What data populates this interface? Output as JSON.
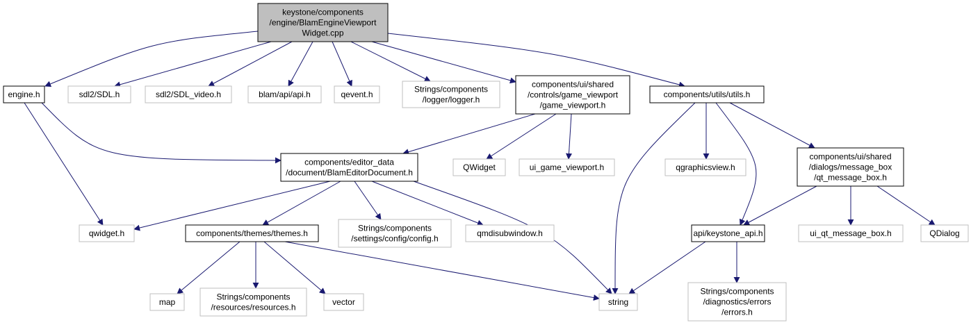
{
  "colors": {
    "edge": "#191970",
    "root_fill": "#bfbfbf",
    "documented_border": "#000000",
    "undocumented_border": "#bfbfbf",
    "text": "#000000"
  },
  "nodes": [
    {
      "id": "root",
      "kind": "root",
      "lines": [
        "keystone/components",
        "/engine/BlamEngineViewport",
        "Widget.cpp"
      ]
    },
    {
      "id": "engine",
      "kind": "doc",
      "lines": [
        "engine.h"
      ]
    },
    {
      "id": "sdl",
      "kind": "undoc",
      "lines": [
        "sdl2/SDL.h"
      ]
    },
    {
      "id": "sdlvideo",
      "kind": "undoc",
      "lines": [
        "sdl2/SDL_video.h"
      ]
    },
    {
      "id": "blamapi",
      "kind": "undoc",
      "lines": [
        "blam/api/api.h"
      ]
    },
    {
      "id": "qevent",
      "kind": "undoc",
      "lines": [
        "qevent.h"
      ]
    },
    {
      "id": "logger",
      "kind": "undoc",
      "lines": [
        "Strings/components",
        "/logger/logger.h"
      ]
    },
    {
      "id": "gameviewport",
      "kind": "doc",
      "lines": [
        "components/ui/shared",
        "/controls/game_viewport",
        "/game_viewport.h"
      ]
    },
    {
      "id": "utils",
      "kind": "doc",
      "lines": [
        "components/utils/utils.h"
      ]
    },
    {
      "id": "editordoc",
      "kind": "doc",
      "lines": [
        "components/editor_data",
        "/document/BlamEditorDocument.h"
      ]
    },
    {
      "id": "qwidgetcap",
      "kind": "undoc",
      "lines": [
        "QWidget"
      ]
    },
    {
      "id": "uigameviewport",
      "kind": "undoc",
      "lines": [
        "ui_game_viewport.h"
      ]
    },
    {
      "id": "qgraphicsview",
      "kind": "undoc",
      "lines": [
        "qgraphicsview.h"
      ]
    },
    {
      "id": "msgbox",
      "kind": "doc",
      "lines": [
        "components/ui/shared",
        "/dialogs/message_box",
        "/qt_message_box.h"
      ]
    },
    {
      "id": "qwidget",
      "kind": "undoc",
      "lines": [
        "qwidget.h"
      ]
    },
    {
      "id": "themes",
      "kind": "doc",
      "lines": [
        "components/themes/themes.h"
      ]
    },
    {
      "id": "config",
      "kind": "undoc",
      "lines": [
        "Strings/components",
        "/settings/config/config.h"
      ]
    },
    {
      "id": "qmdi",
      "kind": "undoc",
      "lines": [
        "qmdisubwindow.h"
      ]
    },
    {
      "id": "keystoneapi",
      "kind": "doc",
      "lines": [
        "api/keystone_api.h"
      ]
    },
    {
      "id": "uiqtmsgbox",
      "kind": "undoc",
      "lines": [
        "ui_qt_message_box.h"
      ]
    },
    {
      "id": "qdialog",
      "kind": "undoc",
      "lines": [
        "QDialog"
      ]
    },
    {
      "id": "map",
      "kind": "undoc",
      "lines": [
        "map"
      ]
    },
    {
      "id": "resources",
      "kind": "undoc",
      "lines": [
        "Strings/components",
        "/resources/resources.h"
      ]
    },
    {
      "id": "vector",
      "kind": "undoc",
      "lines": [
        "vector"
      ]
    },
    {
      "id": "string",
      "kind": "undoc",
      "lines": [
        "string"
      ]
    },
    {
      "id": "errors",
      "kind": "undoc",
      "lines": [
        "Strings/components",
        "/diagnostics/errors",
        "/errors.h"
      ]
    }
  ],
  "edges": [
    [
      "root",
      "engine"
    ],
    [
      "root",
      "sdl"
    ],
    [
      "root",
      "sdlvideo"
    ],
    [
      "root",
      "blamapi"
    ],
    [
      "root",
      "qevent"
    ],
    [
      "root",
      "logger"
    ],
    [
      "root",
      "gameviewport"
    ],
    [
      "root",
      "utils"
    ],
    [
      "engine",
      "editordoc"
    ],
    [
      "engine",
      "qwidget"
    ],
    [
      "gameviewport",
      "editordoc"
    ],
    [
      "gameviewport",
      "qwidgetcap"
    ],
    [
      "gameviewport",
      "uigameviewport"
    ],
    [
      "utils",
      "string"
    ],
    [
      "utils",
      "qgraphicsview"
    ],
    [
      "utils",
      "keystoneapi"
    ],
    [
      "utils",
      "msgbox"
    ],
    [
      "editordoc",
      "qwidget"
    ],
    [
      "editordoc",
      "themes"
    ],
    [
      "editordoc",
      "config"
    ],
    [
      "editordoc",
      "qmdi"
    ],
    [
      "editordoc",
      "string"
    ],
    [
      "msgbox",
      "keystoneapi"
    ],
    [
      "msgbox",
      "uiqtmsgbox"
    ],
    [
      "msgbox",
      "qdialog"
    ],
    [
      "themes",
      "map"
    ],
    [
      "themes",
      "resources"
    ],
    [
      "themes",
      "vector"
    ],
    [
      "themes",
      "string"
    ],
    [
      "keystoneapi",
      "string"
    ],
    [
      "keystoneapi",
      "errors"
    ]
  ]
}
